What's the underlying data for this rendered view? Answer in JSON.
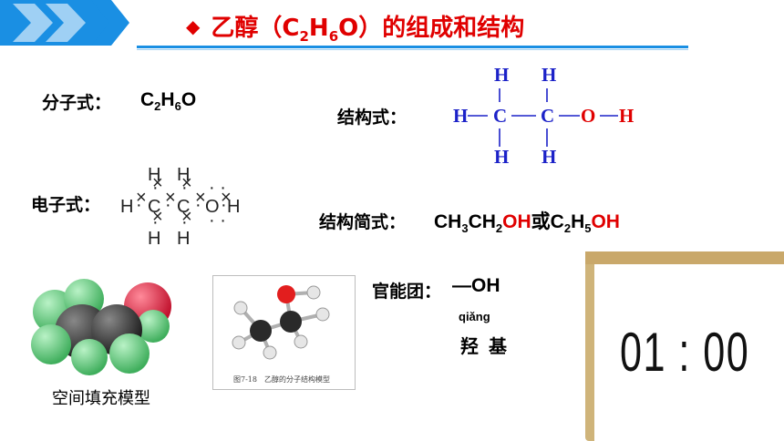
{
  "title": {
    "bullet": "◆",
    "prefix": "乙醇（C",
    "sub1": "2",
    "mid1": "H",
    "sub2": "6",
    "suffix": "O）的组成和结构"
  },
  "molecular_formula": {
    "label": "分子式：",
    "c": "C",
    "c_sub": "2",
    "h": "H",
    "h_sub": "6",
    "o": "O"
  },
  "structural_formula": {
    "label": "结构式：",
    "atoms": {
      "h": "H",
      "c": "C",
      "o": "O"
    }
  },
  "electron_formula": {
    "label": "电子式："
  },
  "condensed_formula": {
    "label": "结构简式：",
    "p1": "CH",
    "s1": "3",
    "p2": "CH",
    "s2": "2",
    "oh1": "OH",
    "or": "或",
    "p3": "C",
    "s3": "2",
    "p4": "H",
    "s4": "5",
    "oh2": "OH"
  },
  "functional_group": {
    "label": "官能团：",
    "value": "—OH",
    "pinyin": "qiǎng",
    "name": "羟 基"
  },
  "models": {
    "space_filling_caption": "空间填充模型",
    "ball_stick_caption": "图7-18　乙醇的分子结构模型"
  },
  "timer": {
    "display": "01 : 00"
  },
  "colors": {
    "accent_red": "#e00000",
    "bond_blue": "#1c22c8",
    "header_blue": "#1a8fe3"
  }
}
